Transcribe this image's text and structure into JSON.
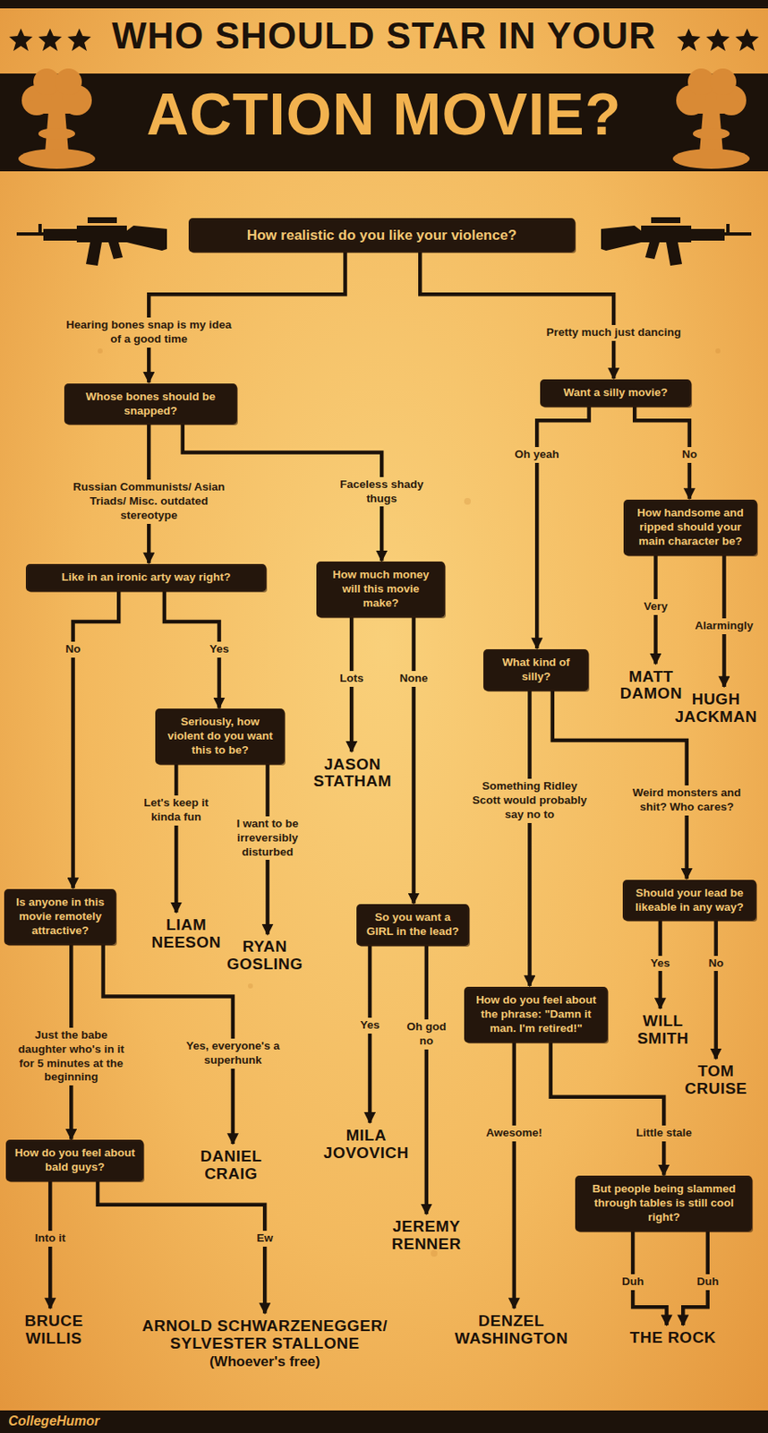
{
  "diagram": {
    "title": "WHO SHOULD STAR IN YOUR ACTION MOVIE?",
    "nodes": [
      {
        "text": [
          "How realistic do you like your violence?"
        ]
      },
      {
        "text": [
          "Whose bones should be snapped?"
        ]
      },
      {
        "text": [
          "Want a silly movie?"
        ]
      },
      {
        "text": [
          "Like in an ironic arty way right?"
        ]
      },
      {
        "text": [
          "How much money will this movie make?"
        ]
      },
      {
        "text": [
          "How handsome and ripped should your main character be?"
        ]
      },
      {
        "text": [
          "What kind of silly?"
        ]
      },
      {
        "text": [
          "MATT DAMON"
        ]
      },
      {
        "text": [
          "HUGH JACKMAN"
        ]
      },
      {
        "text": [
          "Seriously, how violent do you want this to be?"
        ]
      },
      {
        "text": [
          "JASON STATHAM"
        ]
      },
      {
        "text": [
          "Should your lead be likeable in any way?"
        ]
      },
      {
        "text": [
          "Is anyone in this movie remotely attractive?"
        ]
      },
      {
        "text": [
          "LIAM NEESON"
        ]
      },
      {
        "text": [
          "RYAN GOSLING"
        ]
      },
      {
        "text": [
          "So you want a GIRL in the lead?"
        ]
      },
      {
        "text": [
          "How do you feel about the phrase: \"Damn it man. I'm retired!\""
        ]
      },
      {
        "text": [
          "WILL SMITH"
        ]
      },
      {
        "text": [
          "TOM CRUISE"
        ]
      },
      {
        "text": [
          "DANIEL CRAIG"
        ]
      },
      {
        "text": [
          "MILA JOVOVICH"
        ]
      },
      {
        "text": [
          "How do you feel about bald guys?"
        ]
      },
      {
        "text": [
          "But people being slammed through tables is still cool right?"
        ]
      },
      {
        "text": [
          "JEREMY RENNER"
        ]
      },
      {
        "text": [
          "BRUCE WILLIS"
        ]
      },
      {
        "text": [
          "ARNOLD SCHWARZENEGGER/ SYLVESTER STALLONE",
          "(Whoever's free)"
        ]
      },
      {
        "text": [
          "DENZEL WASHINGTON"
        ]
      },
      {
        "text": [
          "THE ROCK"
        ]
      }
    ],
    "edges": [
      {
        "from": 0,
        "to": 1,
        "label": "Hearing bones snap is my idea of a good time",
        "arrow": "to"
      },
      {
        "from": 0,
        "to": 2,
        "label": "Pretty much just dancing",
        "arrow": "to"
      },
      {
        "from": 1,
        "to": 3,
        "label": "Russian Communists/ Asian Triads/ Misc. outdated stereotype",
        "arrow": "to"
      },
      {
        "from": 1,
        "to": 4,
        "label": "Faceless shady thugs",
        "arrow": "to"
      },
      {
        "from": 2,
        "to": 6,
        "label": "Oh yeah",
        "arrow": "to"
      },
      {
        "from": 2,
        "to": 5,
        "label": "No",
        "arrow": "to"
      },
      {
        "from": 3,
        "to": 12,
        "label": "No",
        "arrow": "to"
      },
      {
        "from": 3,
        "to": 9,
        "label": "Yes",
        "arrow": "to"
      },
      {
        "from": 4,
        "to": 10,
        "label": "Lots",
        "arrow": "to"
      },
      {
        "from": 4,
        "to": 15,
        "label": "None",
        "arrow": "to"
      },
      {
        "from": 5,
        "to": 7,
        "label": "Very",
        "arrow": "to"
      },
      {
        "from": 5,
        "to": 8,
        "label": "Alarmingly",
        "arrow": "to"
      },
      {
        "from": 9,
        "to": 13,
        "label": "Let's keep it kinda fun",
        "arrow": "to"
      },
      {
        "from": 9,
        "to": 14,
        "label": "I want to be irreversibly disturbed",
        "arrow": "to"
      },
      {
        "from": 6,
        "to": 16,
        "label": "Something Ridley Scott would probably say no to",
        "arrow": "to"
      },
      {
        "from": 6,
        "to": 11,
        "label": "Weird monsters and shit? Who cares?",
        "arrow": "to"
      },
      {
        "from": 11,
        "to": 17,
        "label": "Yes",
        "arrow": "to"
      },
      {
        "from": 11,
        "to": 18,
        "label": "No",
        "arrow": "to"
      },
      {
        "from": 12,
        "to": 21,
        "label": "Just the babe daughter who's in it for 5 minutes at the beginning",
        "arrow": "to"
      },
      {
        "from": 12,
        "to": 19,
        "label": "Yes, everyone's a superhunk",
        "arrow": "to"
      },
      {
        "from": 15,
        "to": 20,
        "label": "Yes",
        "arrow": "to"
      },
      {
        "from": 15,
        "to": 23,
        "label": "Oh god no",
        "arrow": "to"
      },
      {
        "from": 16,
        "to": 26,
        "label": "Awesome!",
        "arrow": "to"
      },
      {
        "from": 16,
        "to": 22,
        "label": "Little stale",
        "arrow": "to"
      },
      {
        "from": 22,
        "to": 27,
        "label": "Duh",
        "arrow": "to"
      },
      {
        "from": 22,
        "to": 27,
        "label": "Duh",
        "arrow": "to"
      },
      {
        "from": 21,
        "to": 24,
        "label": "Into it",
        "arrow": "to"
      },
      {
        "from": 21,
        "to": 25,
        "label": "Ew",
        "arrow": "to"
      }
    ],
    "labels": [
      "CollegeHumor"
    ]
  }
}
